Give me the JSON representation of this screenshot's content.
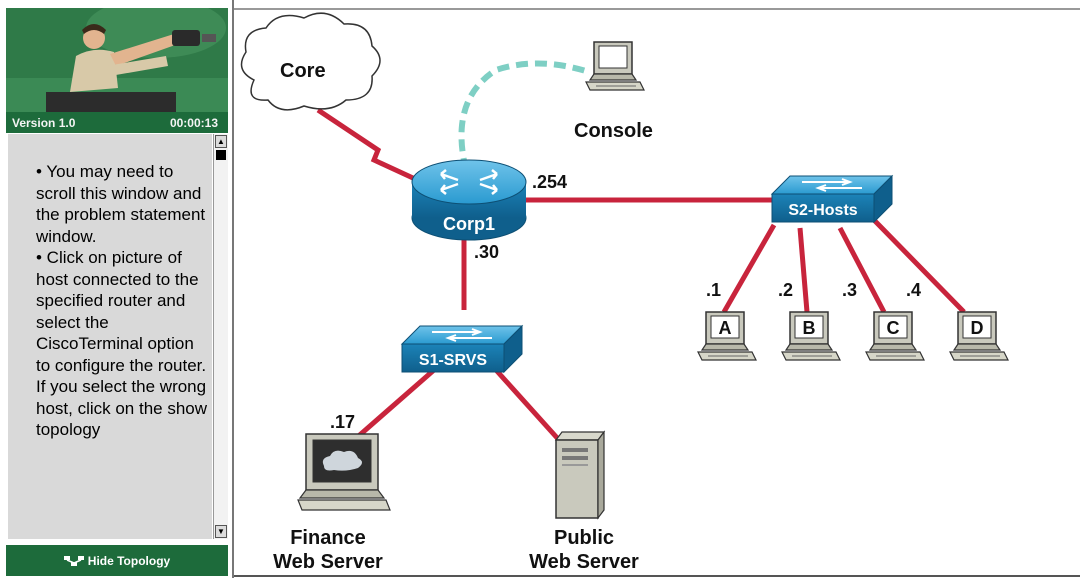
{
  "sidebar": {
    "version": "Version 1.0",
    "timer": "00:00:13",
    "instructions": "• You may need to scroll this window and the problem statement window.\n• Click on picture of host connected to the specified router and select the CiscoTerminal option to configure the router. If you select the wrong host, click on the show topology",
    "hide_topology_label": "Hide Topology"
  },
  "topology": {
    "core_label": "Core",
    "console_label": "Console",
    "router": {
      "name": "Corp1",
      "ip_s2": ".254",
      "ip_s1": ".30"
    },
    "switch_s1": {
      "name": "S1-SRVS"
    },
    "switch_s2": {
      "name": "S2-Hosts"
    },
    "hosts": [
      {
        "letter": "A",
        "ip": ".1"
      },
      {
        "letter": "B",
        "ip": ".2"
      },
      {
        "letter": "C",
        "ip": ".3"
      },
      {
        "letter": "D",
        "ip": ".4"
      }
    ],
    "finance_server": {
      "ip": ".17",
      "label_line1": "Finance",
      "label_line2": "Web Server"
    },
    "public_server": {
      "label_line1": "Public",
      "label_line2": "Web Server"
    }
  },
  "colors": {
    "link": "#c8243c",
    "console_cable": "#7ecfc4",
    "device_blue": "#1f8fc4",
    "sidebar_green": "#1d6b3b"
  }
}
